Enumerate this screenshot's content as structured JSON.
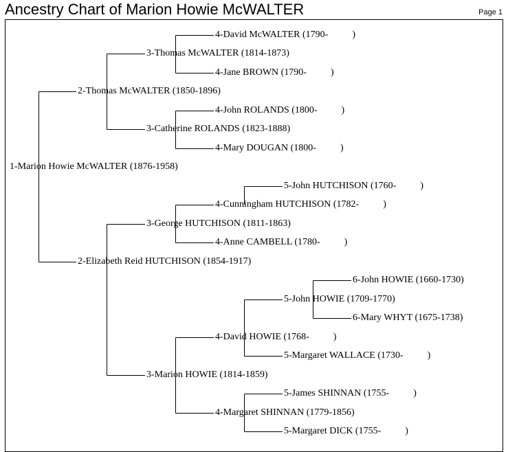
{
  "header": {
    "title": "Ancestry Chart of Marion Howie McWALTER",
    "page": "Page 1"
  },
  "people": [
    {
      "label": "4-David McWALTER (1790-          )"
    },
    {
      "label": "3-Thomas McWALTER (1814-1873)"
    },
    {
      "label": "4-Jane BROWN (1790-          )"
    },
    {
      "label": "2-Thomas McWALTER (1850-1896)"
    },
    {
      "label": "4-John ROLANDS (1800-          )"
    },
    {
      "label": "3-Catherine ROLANDS (1823-1888)"
    },
    {
      "label": "4-Mary DOUGAN (1800-          )"
    },
    {
      "label": "1-Marion Howie McWALTER (1876-1958)"
    },
    {
      "label": "5-John HUTCHISON (1760-          )"
    },
    {
      "label": "4-Cunningham HUTCHISON (1782-          )"
    },
    {
      "label": "3-George HUTCHISON (1811-1863)"
    },
    {
      "label": "4-Anne CAMBELL (1780-          )"
    },
    {
      "label": "2-Elizabeth Reid HUTCHISON (1854-1917)"
    },
    {
      "label": "6-John HOWIE (1660-1730)"
    },
    {
      "label": "5-John HOWIE (1709-1770)"
    },
    {
      "label": "6-Mary WHYT (1675-1738)"
    },
    {
      "label": "4-David HOWIE (1768-          )"
    },
    {
      "label": "5-Margaret WALLACE (1730-          )"
    },
    {
      "label": "3-Marion HOWIE (1814-1859)"
    },
    {
      "label": "5-James SHINNAN (1755-          )"
    },
    {
      "label": "4-Margaret SHINNAN (1779-1856)"
    },
    {
      "label": "5-Margaret DICK (1755-          )"
    }
  ]
}
